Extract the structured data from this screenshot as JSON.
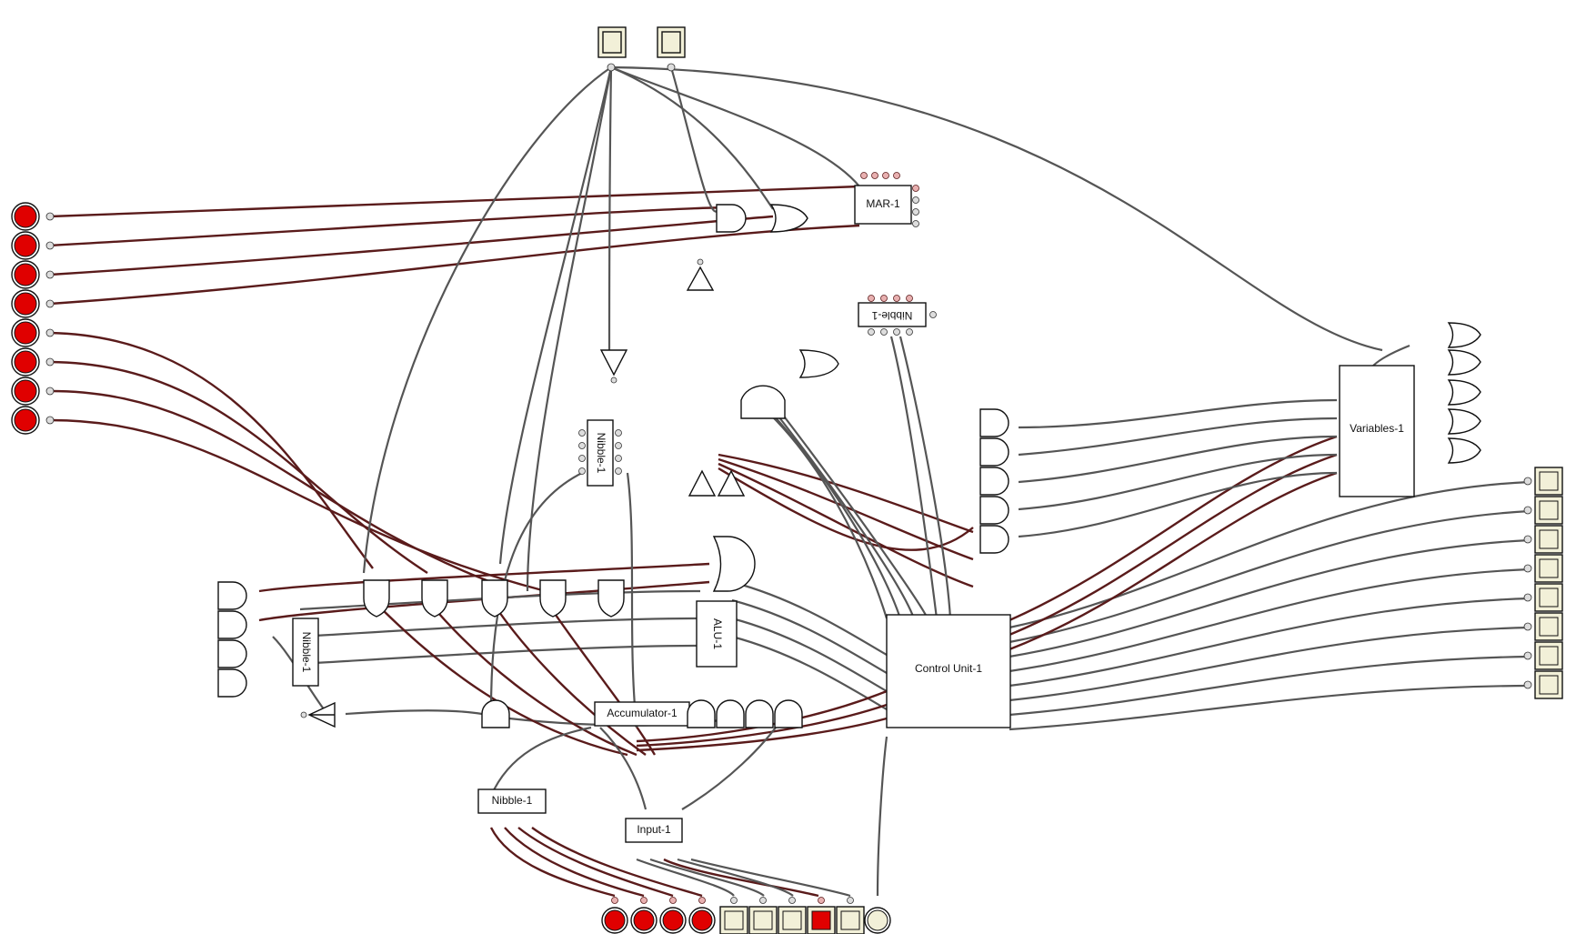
{
  "components": {
    "mar": "MAR-1",
    "nibble_top": "Nibble-1",
    "nibble_mid": "Nibble-1",
    "nibble_left": "Nibble-1",
    "nibble_bottom": "Nibble-1",
    "alu": "ALU-1",
    "accumulator": "Accumulator-1",
    "control_unit": "Control Unit-1",
    "variables": "Variables-1",
    "input": "Input-1"
  },
  "colors": {
    "led_on": "#e00000",
    "switch_off": "#f2f0d8",
    "switch_on": "#e00000",
    "wire_dark": "#5a1b1b"
  },
  "indicators": {
    "left_leds": [
      true,
      true,
      true,
      true,
      true,
      true,
      true,
      true
    ],
    "bottom_leds": [
      true,
      true,
      true,
      true
    ],
    "bottom_switches": [
      false,
      false,
      false,
      true,
      false
    ],
    "bottom_round_switch": false,
    "top_switches": [
      false,
      false
    ],
    "right_switches": [
      false,
      false,
      false,
      false,
      false,
      false,
      false,
      false
    ]
  }
}
